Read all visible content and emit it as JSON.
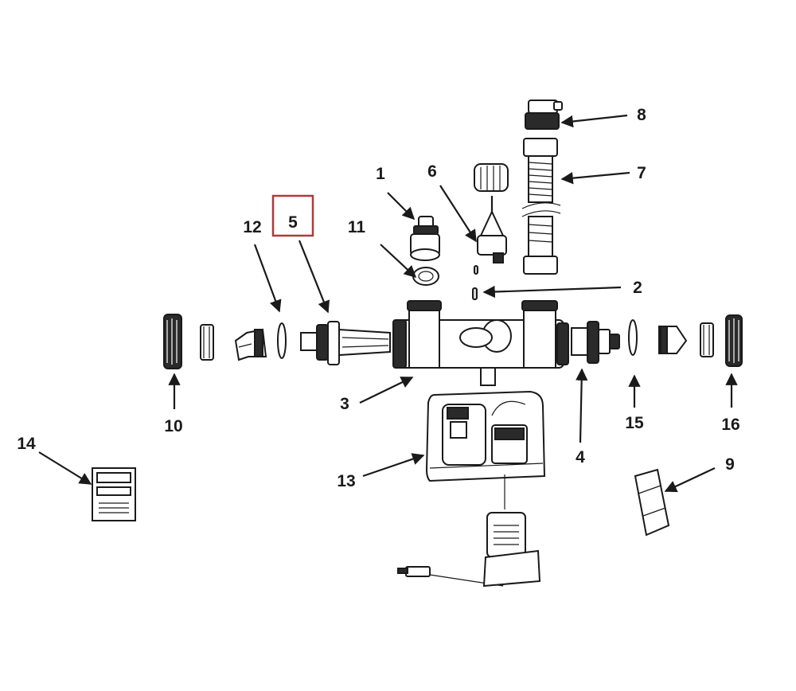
{
  "highlight_color": "#b03a3a",
  "labels": {
    "p1": "1",
    "p2": "2",
    "p3": "3",
    "p4": "4",
    "p5": "5",
    "p6": "6",
    "p7": "7",
    "p8": "8",
    "p9": "9",
    "p10": "10",
    "p11": "11",
    "p12": "12",
    "p13": "13",
    "p14": "14",
    "p15": "15",
    "p16": "16"
  }
}
